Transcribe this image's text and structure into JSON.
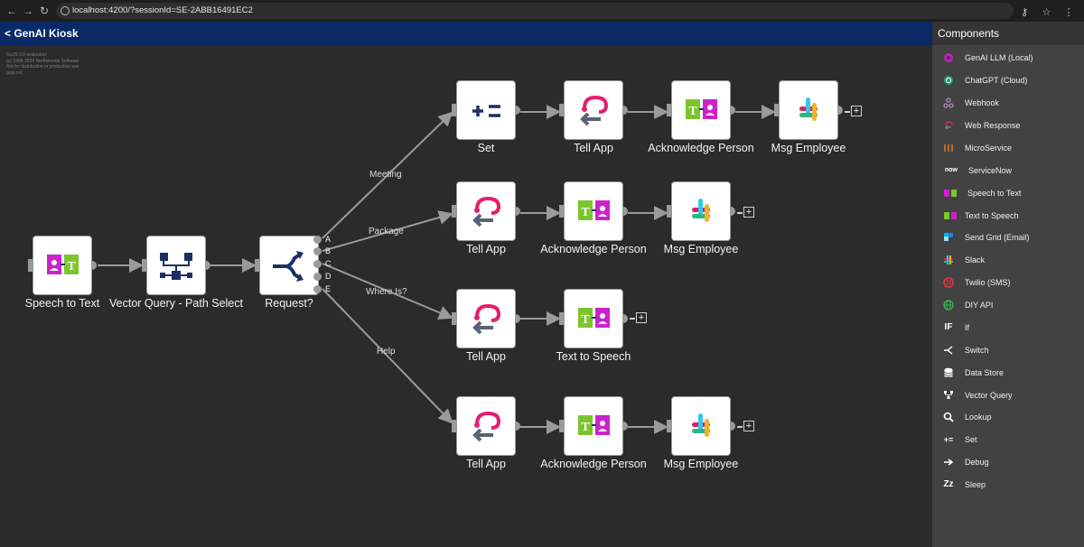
{
  "browser": {
    "url": "localhost:4200/?sessionId=SE-2ABB16491EC2"
  },
  "app": {
    "title": "< GenAI Kiosk"
  },
  "watermark": {
    "lines": [
      "GoJS 3.0 evaluation",
      "(c) 1998-2024 Northwoods Software",
      "Not for distribution or production use",
      "gojs.net"
    ]
  },
  "nodes": {
    "speech_to_text": "Speech to Text",
    "vector_query": "Vector Query - Path Select",
    "request": "Request?",
    "row1_set": "Set",
    "row1_tell": "Tell App",
    "row1_ack": "Acknowledge Person",
    "row1_msg": "Msg Employee",
    "row2_tell": "Tell App",
    "row2_ack": "Acknowledge Person",
    "row2_msg": "Msg Employee",
    "row3_tell": "Tell App",
    "row3_tts": "Text to Speech",
    "row4_tell": "Tell App",
    "row4_ack": "Acknowledge Person",
    "row4_msg": "Msg Employee"
  },
  "branches": [
    "A",
    "B",
    "C",
    "D",
    "E"
  ],
  "edge_labels": {
    "meeting": "Meeting",
    "package": "Package",
    "where": "Where Is?",
    "help": "Help"
  },
  "add_symbol": "+",
  "panel": {
    "title": "Components",
    "items": [
      {
        "label": "GenAI LLM (Local)",
        "icon": "genai-llm-icon",
        "color": "#b12cb1"
      },
      {
        "label": "ChatGPT (Cloud)",
        "icon": "chatgpt-icon",
        "color": "#19a37a"
      },
      {
        "label": "Webhook",
        "icon": "webhook-icon",
        "color": "#b08ab0"
      },
      {
        "label": "Web Response",
        "icon": "web-response-icon",
        "color": "#e61e6e"
      },
      {
        "label": "MicroService",
        "icon": "microservice-icon",
        "color": "#e07a2a"
      },
      {
        "label": "ServiceNow",
        "icon": "servicenow-icon",
        "color": "#62d84e"
      },
      {
        "label": "Speech to Text",
        "icon": "speech-to-text-icon",
        "color": "#cc22cc"
      },
      {
        "label": "Text to Speech",
        "icon": "text-to-speech-icon",
        "color": "#7cc52e"
      },
      {
        "label": "Send Grid (Email)",
        "icon": "sendgrid-icon",
        "color": "#1a82e2"
      },
      {
        "label": "Slack",
        "icon": "slack-icon",
        "color": "#36c5f0"
      },
      {
        "label": "Twilio (SMS)",
        "icon": "twilio-icon",
        "color": "#f22f46"
      },
      {
        "label": "DIY API",
        "icon": "globe-icon",
        "color": "#2fbf4a"
      },
      {
        "label": "If",
        "icon": "if-icon",
        "color": "#ffffff"
      },
      {
        "label": "Switch",
        "icon": "switch-icon",
        "color": "#ffffff"
      },
      {
        "label": "Data Store",
        "icon": "database-icon",
        "color": "#ffffff"
      },
      {
        "label": "Vector Query",
        "icon": "vector-query-icon",
        "color": "#ffffff"
      },
      {
        "label": "Lookup",
        "icon": "magnifier-icon",
        "color": "#ffffff"
      },
      {
        "label": "Set",
        "icon": "set-icon",
        "color": "#ffffff"
      },
      {
        "label": "Debug",
        "icon": "arrow-right-icon",
        "color": "#ffffff"
      },
      {
        "label": "Sleep",
        "icon": "sleep-icon",
        "color": "#ffffff"
      }
    ]
  },
  "colors": {
    "header": "#0a2a66",
    "canvas": "#2b2b2b",
    "panel": "#424242",
    "wire": "#9a9a9a",
    "navy": "#1b2f66"
  }
}
